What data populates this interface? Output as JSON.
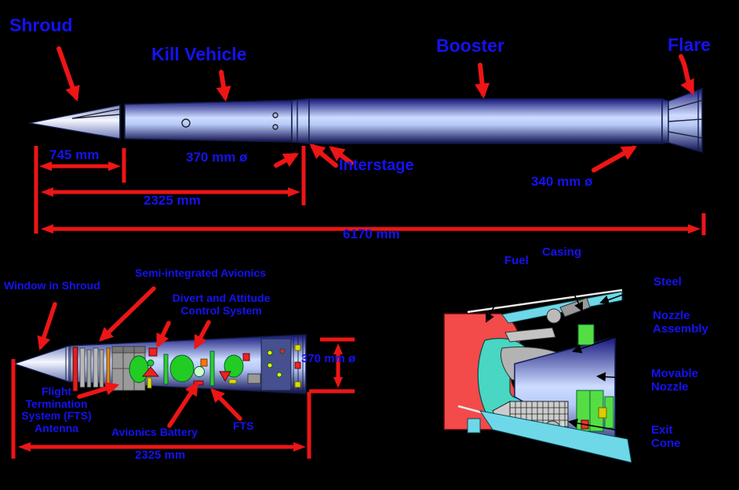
{
  "colors": {
    "label_text": "#1512f2",
    "arrow_red": "#ed1515",
    "background": "#000000",
    "body_blue_light": "#cddcff",
    "body_blue_dark": "#15157a"
  },
  "top": {
    "shroud": "Shroud",
    "kill_vehicle": "Kill Vehicle",
    "booster": "Booster",
    "flare": "Flare",
    "interstage": "Interstage",
    "dim_shroud_length": "745 mm",
    "dim_kv_diameter": "370 mm ø",
    "dim_kv_length": "2325 mm",
    "dim_booster_diameter": "340 mm ø",
    "dim_total_length": "6170 mm"
  },
  "kv": {
    "window": "Window in Shroud",
    "avionics": "Semi-integrated Avionics",
    "dacs": "Divert and Attitude\nControl System",
    "fts_antenna": "Flight\nTermination\nSystem (FTS)\nAntenna",
    "battery": "Avionics Battery",
    "fts": "FTS",
    "dim_diameter": "370 mm ø",
    "dim_length": "2325 mm"
  },
  "booster": {
    "fuel": "Fuel",
    "casing": "Casing",
    "steel": "Steel",
    "nozzle_assembly": "Nozzle\nAssembly",
    "movable_nozzle": "Movable\nNozzle",
    "exit_cone": "Exit\nCone"
  }
}
